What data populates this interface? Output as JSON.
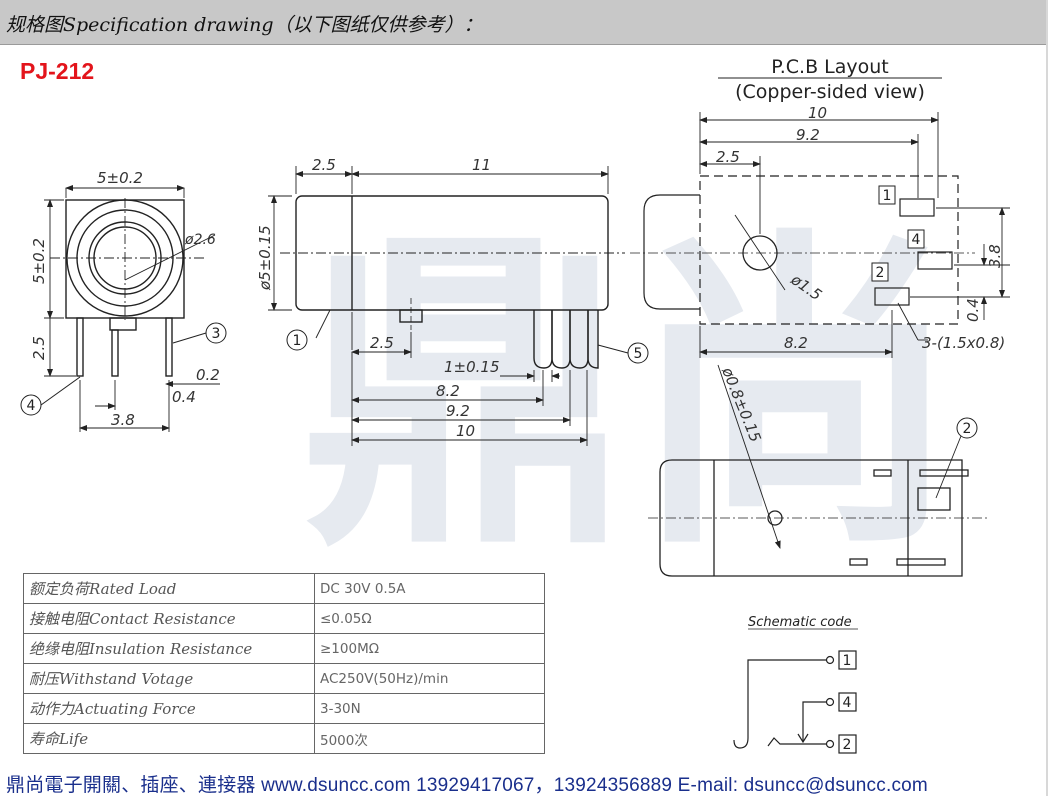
{
  "header": {
    "title": "规格图Specification drawing（以下图纸仅供参考）："
  },
  "model": "PJ-212",
  "pcb": {
    "title": "P.C.B Layout",
    "subtitle": "(Copper-sided view)"
  },
  "dimensions": {
    "front_width": "5±0.2",
    "front_height": "5±0.2",
    "front_dia": "ø2.6",
    "front_pin_len": "2.5",
    "front_pin_off": "0.2",
    "front_pin_gap": "0.4",
    "front_pin_span": "3.8",
    "side_offset": "2.5",
    "side_len": "11",
    "side_dia": "ø5±0.15",
    "side_pin_off": "2.5",
    "side_pin_w": "1±0.15",
    "side_8_2": "8.2",
    "side_9_2": "9.2",
    "side_10": "10",
    "pcb_10": "10",
    "pcb_9_2": "9.2",
    "pcb_2_5": "2.5",
    "pcb_3_8": "3.8",
    "pcb_0_4": "0.4",
    "pcb_hole": "ø1.5",
    "pcb_8_2": "8.2",
    "pcb_slots": "3-(1.5x0.8)",
    "pcb_pin_dia": "ø0.8±0.15"
  },
  "callouts": [
    "1",
    "2",
    "3",
    "4",
    "5"
  ],
  "spec_rows": [
    {
      "label": "额定负荷Rated Load",
      "value": "DC 30V 0.5A"
    },
    {
      "label": "接触电阻Contact Resistance",
      "value": "≤0.05Ω"
    },
    {
      "label": "绝缘电阻Insulation Resistance",
      "value": "≥100MΩ"
    },
    {
      "label": "耐压Withstand Votage",
      "value": "AC250V(50Hz)/min"
    },
    {
      "label": "动作力Actuating Force",
      "value": "3-30N"
    },
    {
      "label": "寿命Life",
      "value": "5000次"
    }
  ],
  "schematic": {
    "title": "Schematic code",
    "pins": [
      "1",
      "4",
      "2"
    ]
  },
  "watermark": "鼎尚",
  "footer": {
    "text": "鼎尚電子開關、插座、連接器   www.dsuncc.com   13929417067，13924356889  E-mail: dsuncc@dsuncc.com"
  },
  "colors": {
    "model_red": "#e3141b",
    "footer_blue": "#1a2f8c",
    "header_gray": "#c8c8c8",
    "watermark": "#e6eaf0"
  }
}
